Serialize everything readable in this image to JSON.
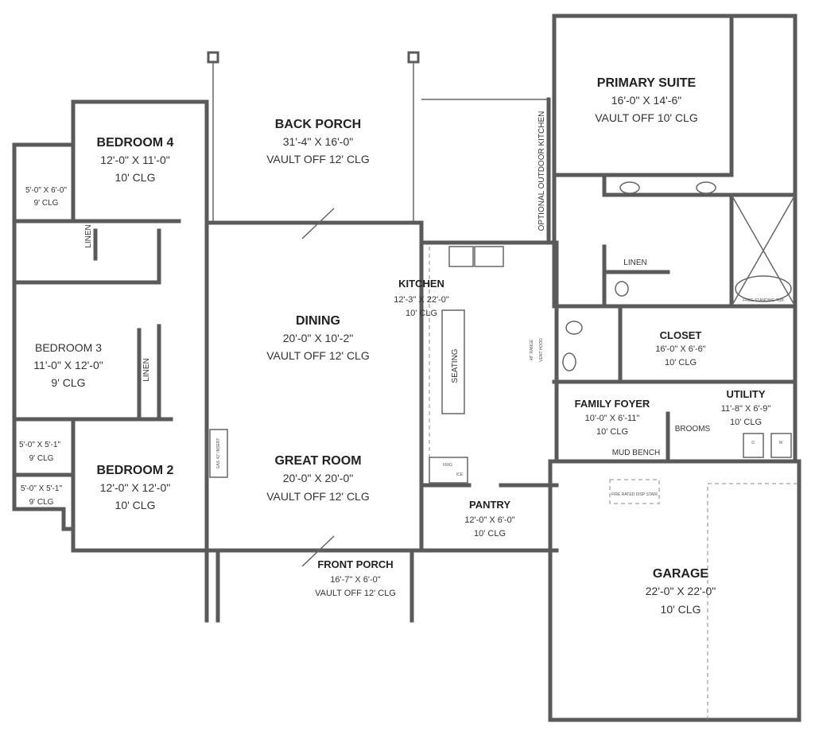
{
  "rooms": {
    "back_porch": {
      "name": "BACK PORCH",
      "size": "31'-4\" X 16'-0\"",
      "ceiling": "VAULT OFF 12' CLG"
    },
    "bedroom4": {
      "name": "BEDROOM 4",
      "size": "12'-0\" X 11'-0\"",
      "ceiling": "10' CLG"
    },
    "bed4_closet": {
      "size": "5'-0\" X 6'-0\"",
      "ceiling": "9' CLG"
    },
    "primary_suite": {
      "name": "PRIMARY SUITE",
      "size": "16'-0\" X 14'-6\"",
      "ceiling": "VAULT OFF 10' CLG"
    },
    "outdoor_kitchen": {
      "name": "OPTIONAL OUTDOOR KITCHEN"
    },
    "kitchen": {
      "name": "KITCHEN",
      "size": "12'-3\" X 22'-0\"",
      "ceiling": "10' CLG",
      "seating": "SEATING",
      "range": "48\" RANGE",
      "vent_hood": "VENT HOOD",
      "frig": "FRIG",
      "ice": "ICE"
    },
    "dining": {
      "name": "DINING",
      "size": "20'-0\" X 10'-2\"",
      "ceiling": "VAULT OFF 12' CLG"
    },
    "bedroom3": {
      "name": "BEDROOM 3",
      "size": "11'-0\" X 12'-0\"",
      "ceiling": "9' CLG"
    },
    "closet": {
      "name": "CLOSET",
      "size": "16'-0\" X 6'-6\"",
      "ceiling": "10' CLG"
    },
    "family_foyer": {
      "name": "FAMILY FOYER",
      "size": "10'-0\" X 6'-11\"",
      "ceiling": "10' CLG",
      "mud_bench": "MUD BENCH"
    },
    "utility": {
      "name": "UTILITY",
      "size": "11'-8\" X 6'-9\"",
      "ceiling": "10' CLG",
      "brooms": "BROOMS",
      "dryer": "D",
      "washer": "W"
    },
    "bed3_closet": {
      "size": "5'-0\" X 5'-1\"",
      "ceiling": "9' CLG"
    },
    "bed2_closet": {
      "size": "5'-0\" X 5'-1\"",
      "ceiling": "9' CLG"
    },
    "great_room": {
      "name": "GREAT ROOM",
      "size": "20'-0\" X 20'-0\"",
      "ceiling": "VAULT OFF 12' CLG",
      "fireplace": "GAS 42\" INSERT"
    },
    "bedroom2": {
      "name": "BEDROOM 2",
      "size": "12'-0\" X 12'-0\"",
      "ceiling": "10' CLG"
    },
    "pantry": {
      "name": "PANTRY",
      "size": "12'-0\" X 6'-0\"",
      "ceiling": "10' CLG"
    },
    "front_porch": {
      "name": "FRONT PORCH",
      "size": "16'-7\" X 6'-0\"",
      "ceiling": "VAULT OFF 12' CLG"
    },
    "garage": {
      "name": "GARAGE",
      "size": "22'-0\" X 22'-0\"",
      "ceiling": "10' CLG",
      "stair": "FIRE RATED DISP STAIR"
    },
    "primary_bath": {
      "linen": "LINEN",
      "tub": "FREE STANDING TUB"
    },
    "hall_bath": {
      "linen": "LINEN"
    },
    "hall": {
      "linen": "LINEN"
    }
  }
}
